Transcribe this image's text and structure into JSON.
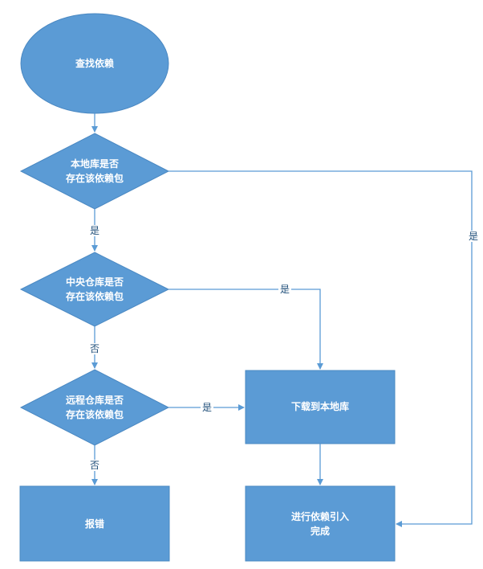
{
  "nodes": {
    "find_dependency": "查找依赖",
    "check_local": "本地库是否\n存在该依赖包",
    "check_central": "中央仓库是否\n存在该依赖包",
    "check_remote": "远程仓库是否\n存在该依赖包",
    "download_local": "下载到本地库",
    "report_error": "报错",
    "import_done": "进行依赖引入\n完成"
  },
  "edges": {
    "local_no": "是",
    "local_yes": "是",
    "central_yes": "是",
    "central_no": "否",
    "remote_yes": "是",
    "remote_no": "否"
  },
  "colors": {
    "node_fill": "#5b9bd5",
    "node_stroke": "#4a88c2",
    "arrow": "#5b9bd5"
  }
}
